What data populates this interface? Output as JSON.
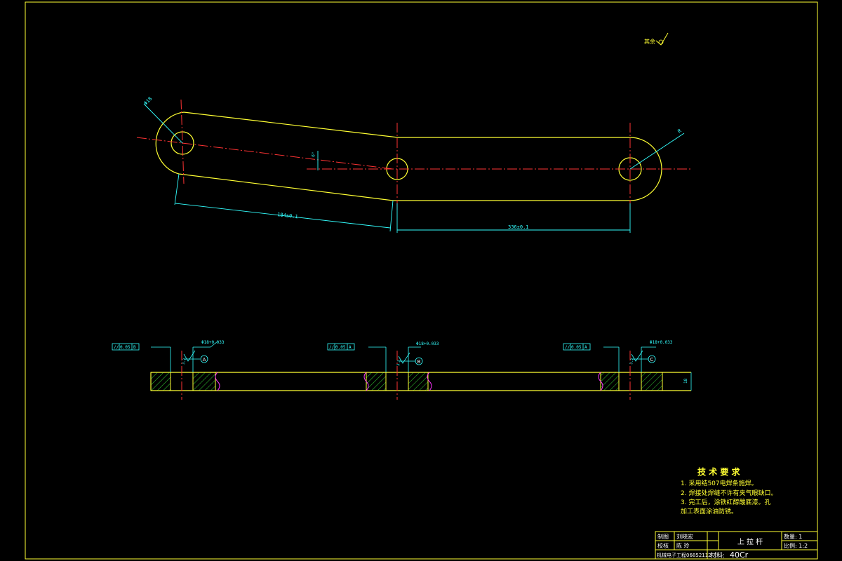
{
  "surface_finish_note": "其余",
  "dimensions": {
    "hole_left_dia": "Φ18",
    "hole_right_radius": "R",
    "angle": "6°",
    "length_left": "184±0.1",
    "length_right": "336±0.1",
    "section_bore_a": "Φ18+0.033",
    "section_bore_b": "Φ18+0.033",
    "section_bore_c": "Φ18+0.033",
    "thickness": "18",
    "roughness_a": "3.2",
    "roughness_b": "3.2",
    "roughness_c": "3.2"
  },
  "tolerance_frames": [
    {
      "symbol": "//",
      "value": "0.05",
      "datum": "B"
    },
    {
      "symbol": "//",
      "value": "0.05",
      "datum": "A"
    },
    {
      "symbol": "//",
      "value": "0.05",
      "datum": "A"
    }
  ],
  "datums": [
    "A",
    "B",
    "C"
  ],
  "tech_requirements": {
    "title": "技 术 要 求",
    "items": [
      "1. 采用结507电焊条施焊。",
      "2. 焊接处焊缝不许有夹气眼缺口。",
      "3. 完工后，涂铁红醇酸底漆。孔",
      "加工表面涂油防锈。"
    ]
  },
  "title_block": {
    "drawn_label": "制图",
    "drawn_name": "刘晓宏",
    "checked_label": "校核",
    "checked_name": "陈 玲",
    "school": "机械电子工程06852112",
    "part_name": "上 拉 杆",
    "quantity": "数量: 1",
    "scale": "比例: 1:2",
    "material_label": "材料:",
    "material_value": "40Cr"
  },
  "colors": {
    "background": "#000000",
    "outline": "#ffff33",
    "dimension": "#33ffff",
    "centerline": "#ff3333",
    "hatch": "#33cc33",
    "break": "#ff33ff"
  }
}
